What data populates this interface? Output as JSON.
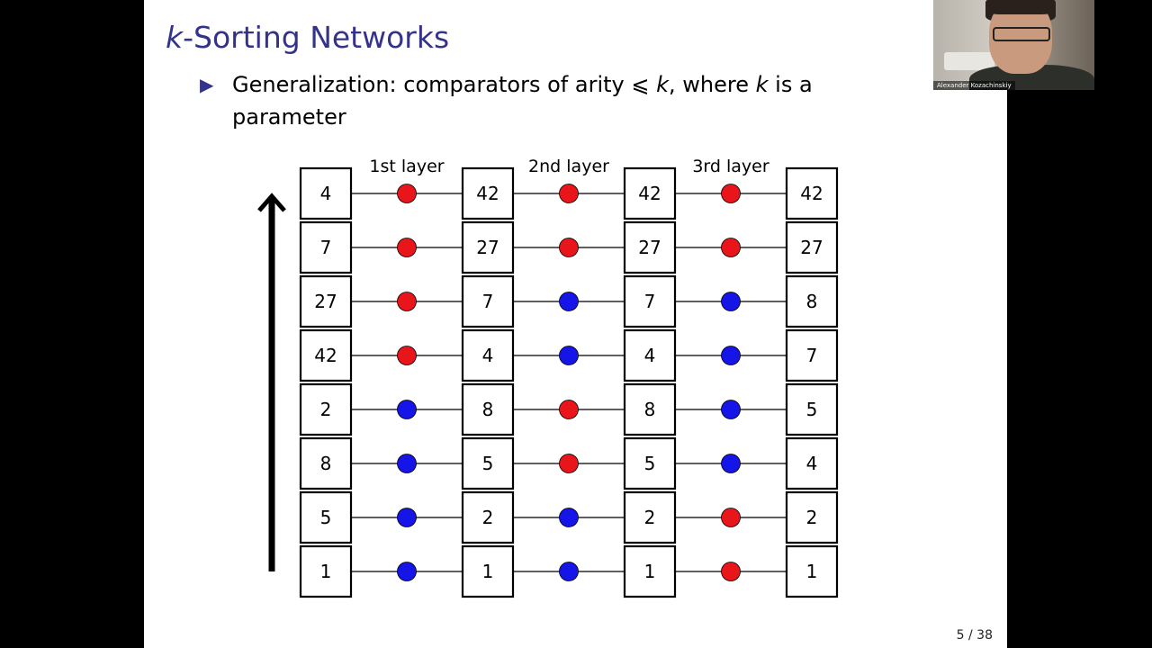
{
  "slide": {
    "title_italic": "k",
    "title_rest": "-Sorting Networks",
    "bullet_lines": [
      {
        "parts": [
          {
            "t": "Generalization: comparators of arity ⩽ ",
            "i": false
          },
          {
            "t": "k",
            "i": true
          },
          {
            "t": ", where ",
            "i": false
          },
          {
            "t": "k",
            "i": true
          },
          {
            "t": " is a",
            "i": false
          }
        ]
      },
      {
        "parts": [
          {
            "t": "parameter",
            "i": false
          }
        ]
      }
    ],
    "page_number": "5 / 38"
  },
  "diagram": {
    "layer_labels": [
      "1st layer",
      "2nd layer",
      "3rd layer"
    ],
    "columns": [
      [
        "4",
        "7",
        "27",
        "42",
        "2",
        "8",
        "5",
        "1"
      ],
      [
        "42",
        "27",
        "7",
        "4",
        "8",
        "5",
        "2",
        "1"
      ],
      [
        "42",
        "27",
        "7",
        "4",
        "8",
        "5",
        "2",
        "1"
      ],
      [
        "42",
        "27",
        "8",
        "7",
        "5",
        "4",
        "2",
        "1"
      ]
    ],
    "comparators": [
      [
        "red",
        "red",
        "red",
        "red",
        "blue",
        "blue",
        "blue",
        "blue"
      ],
      [
        "red",
        "red",
        "blue",
        "blue",
        "red",
        "red",
        "blue",
        "blue"
      ],
      [
        "red",
        "red",
        "blue",
        "blue",
        "blue",
        "blue",
        "red",
        "red"
      ]
    ],
    "colors": {
      "red": "#e8151b",
      "blue": "#1515e8"
    }
  },
  "webcam": {
    "name_label": "Alexander Kozachinskiy"
  }
}
